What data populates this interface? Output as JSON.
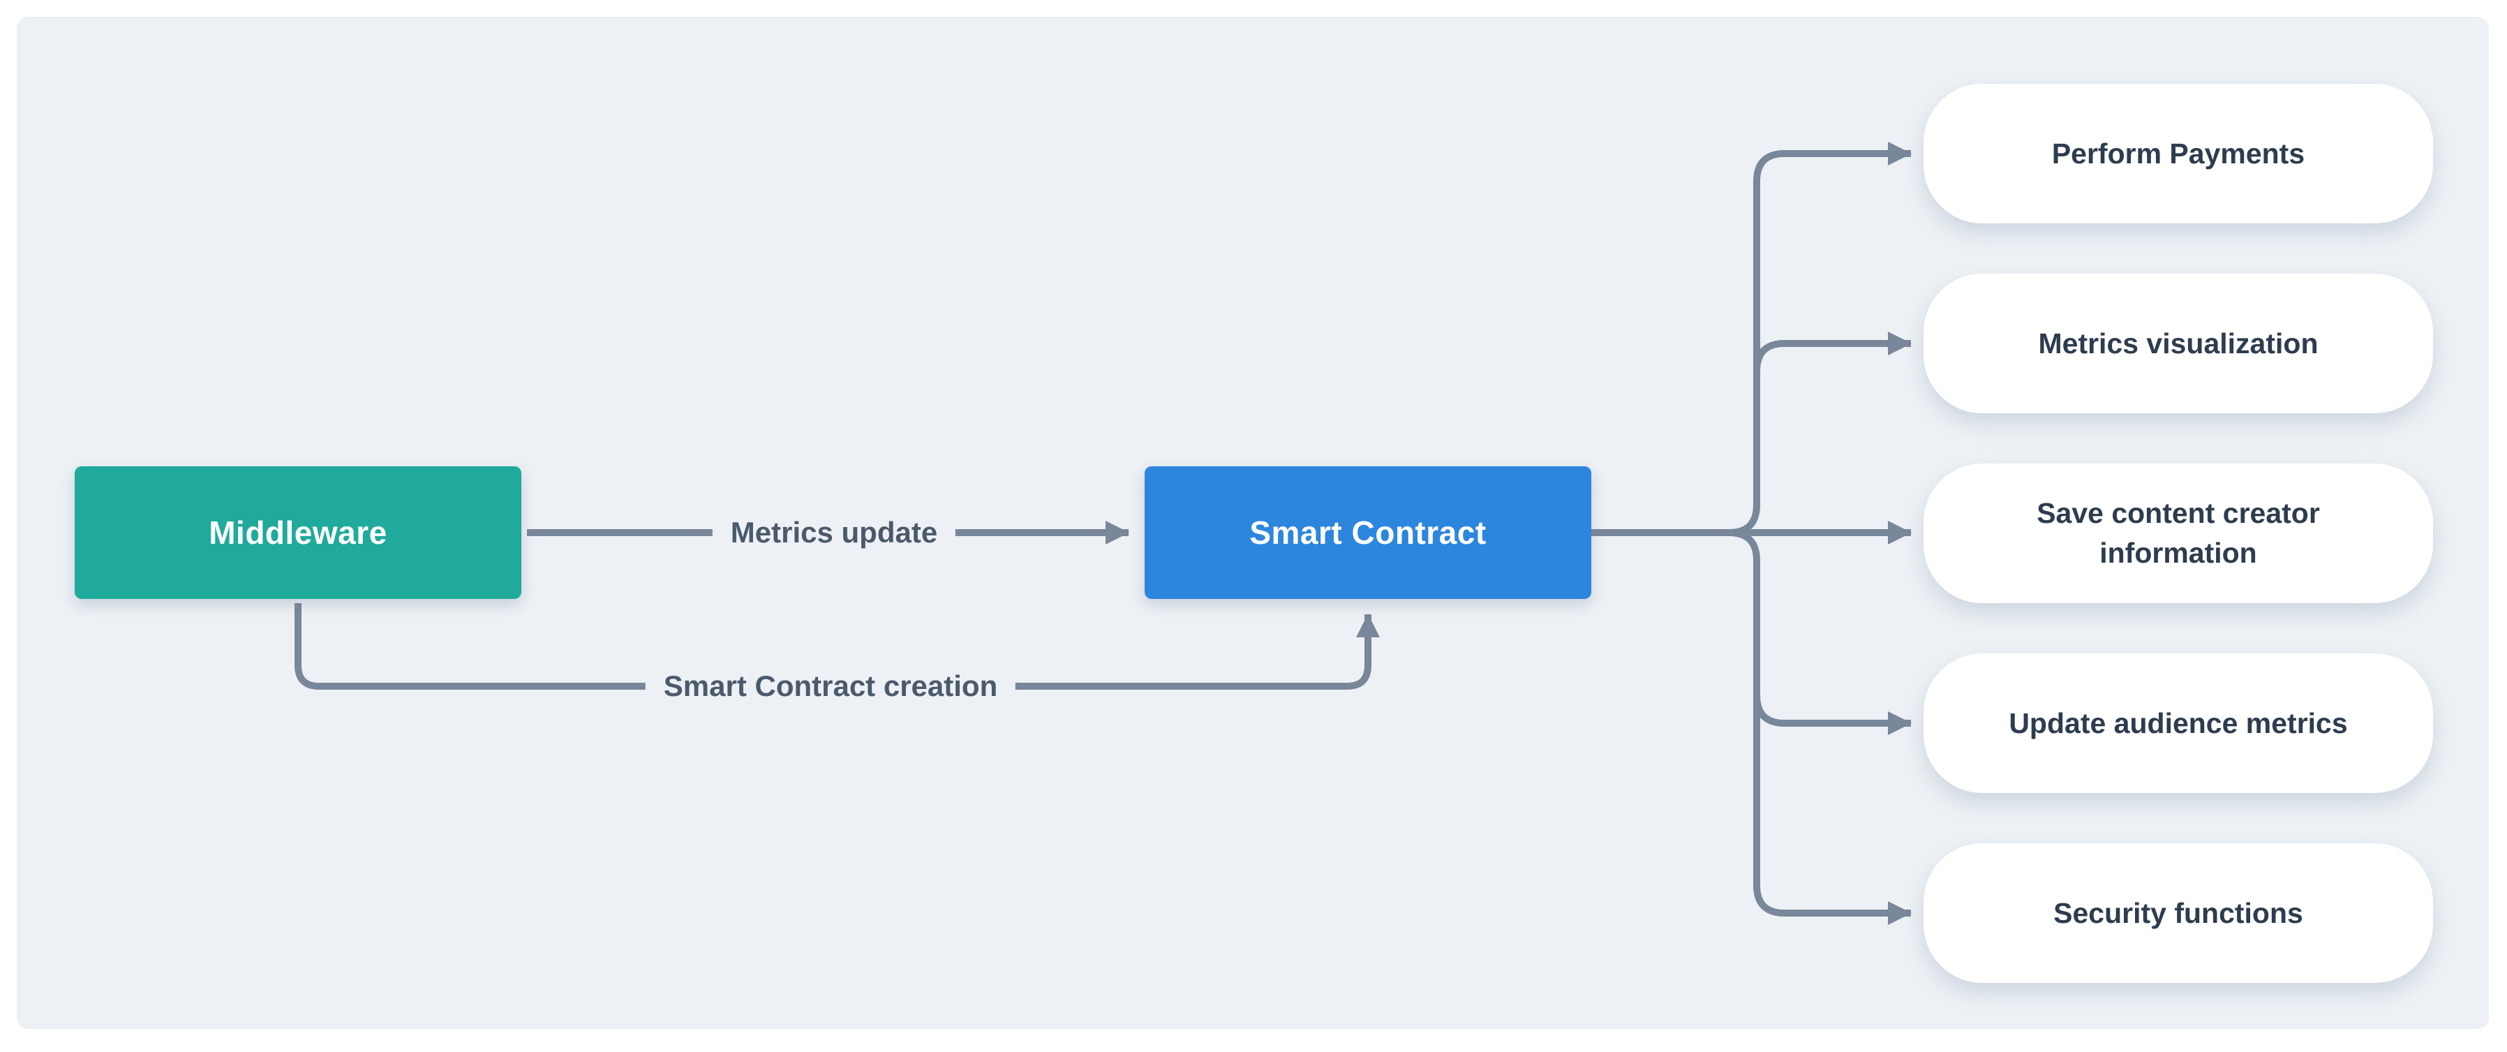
{
  "diagram": {
    "nodes": {
      "middleware": {
        "label": "Middleware",
        "color": "#1faa9b",
        "text_color": "#ffffff"
      },
      "smart_contract": {
        "label": "Smart Contract",
        "color": "#2c86dd",
        "text_color": "#ffffff"
      }
    },
    "edges": {
      "metrics_update": {
        "label": "Metrics update",
        "from": "Middleware",
        "to": "Smart Contract",
        "direction": "right"
      },
      "smart_contract_creation": {
        "label": "Smart Contract creation",
        "from": "Middleware",
        "to": "Smart Contract",
        "direction": "bottom-to-bottom"
      },
      "fan_out": {
        "from": "Smart Contract",
        "to": "functions",
        "label": ""
      }
    },
    "functions": [
      {
        "label": "Perform Payments"
      },
      {
        "label": "Metrics visualization"
      },
      {
        "label": "Save content creator information"
      },
      {
        "label": "Update audience metrics"
      },
      {
        "label": "Security functions"
      }
    ],
    "colors": {
      "canvas": "#ffffff",
      "panel": "#edf1f5",
      "connector": "#788799",
      "edge_label_text": "#4b5a6b",
      "function_pill_background": "#ffffff",
      "function_pill_text": "#2d3c4e"
    }
  }
}
